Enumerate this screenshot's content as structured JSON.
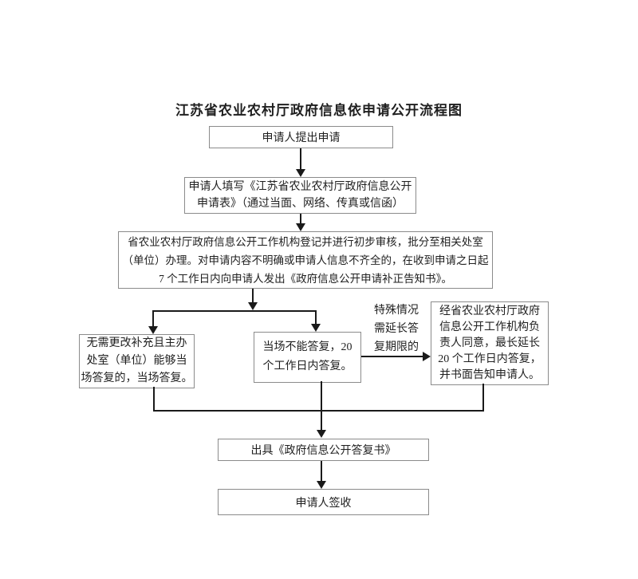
{
  "title": "江苏省农业农村厅政府信息依申请公开流程图",
  "boxes": {
    "submit": {
      "text": "申请人提出申请"
    },
    "fill": {
      "lines": [
        "申请人填写《江苏省农业农村厅政府信息公开",
        "申请表》（通过当面、网络、传真或信函）"
      ]
    },
    "register": {
      "lines": [
        "省农业农村厅政府信息公开工作机构登记并进行初步审核，批分至相关处室",
        "（单位）办理。对申请内容不明确或申请人信息不齐全的，在收到申请之日起",
        "7 个工作日内向申请人发出《政府信息公开申请补正告知书》。"
      ]
    },
    "onspot": {
      "lines": [
        "无需更改补充且主办",
        "处室（单位）能够当",
        "场答复的，当场答复。"
      ]
    },
    "not_onspot": {
      "lines": [
        "当场不能答复，20",
        "个工作日内答复。"
      ]
    },
    "extend": {
      "lines": [
        "经省农业农村厅政府",
        "信息公开工作机构负",
        "责人同意，最长延长",
        "20 个工作日内答复，",
        "并书面告知申请人。"
      ]
    },
    "issue": {
      "text": "出具《政府信息公开答复书》"
    },
    "sign": {
      "text": "申请人签收"
    }
  },
  "labels": {
    "special_case": {
      "lines": [
        "特殊情况",
        "需延长答",
        "复期限的"
      ]
    }
  },
  "colors": {
    "line": "#1a1a1a",
    "box_border": "#8b8b8b",
    "background": "#ffffff",
    "text": "#1f1f1f"
  }
}
